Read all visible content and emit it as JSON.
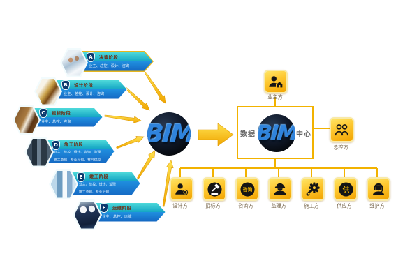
{
  "stages": [
    {
      "letter": "A",
      "title": "决策阶段",
      "lines": [
        "业主、总控、设计、咨询"
      ]
    },
    {
      "letter": "B",
      "title": "设计阶段",
      "lines": [
        "业主、总控、设计、咨询"
      ]
    },
    {
      "letter": "C",
      "title": "招标阶段",
      "lines": [
        "业主、总控、咨询"
      ]
    },
    {
      "letter": "D",
      "title": "施工阶段",
      "lines": [
        "业主、总控、设计、咨询、监理",
        "施工总包、专业分包、材料供应"
      ]
    },
    {
      "letter": "E",
      "title": "竣工阶段",
      "lines": [
        "业主、总控、设计、监理",
        "施工总包、专业分包"
      ]
    },
    {
      "letter": "F",
      "title": "运维阶段",
      "lines": [
        "业主、总控、运维"
      ]
    }
  ],
  "center_sphere": {
    "text": "BIM"
  },
  "hub": {
    "text": "BIM",
    "left_label": "数据",
    "right_label": "中心"
  },
  "top_party": {
    "label": "业主方",
    "icon": "owner-icon"
  },
  "side_party": {
    "label": "总控方",
    "icon": "group-icon"
  },
  "parties": [
    {
      "label": "设计方",
      "icon": "designer-icon",
      "badge": ""
    },
    {
      "label": "招标方",
      "icon": "gavel-icon",
      "badge": ""
    },
    {
      "label": "咨询方",
      "icon": "consult-circle-icon",
      "badge": "咨询"
    },
    {
      "label": "监理方",
      "icon": "supervisor-icon",
      "badge": ""
    },
    {
      "label": "施工方",
      "icon": "gear-wrench-icon",
      "badge": ""
    },
    {
      "label": "供应方",
      "icon": "supply-circle-icon",
      "badge": "供"
    },
    {
      "label": "维护方",
      "icon": "headset-icon",
      "badge": ""
    }
  ],
  "colors": {
    "gold": "#f2b200",
    "banner_cyan": "#2fc3cd",
    "banner_blue": "#1c84d8",
    "bim_blue": "#2f83dc"
  }
}
